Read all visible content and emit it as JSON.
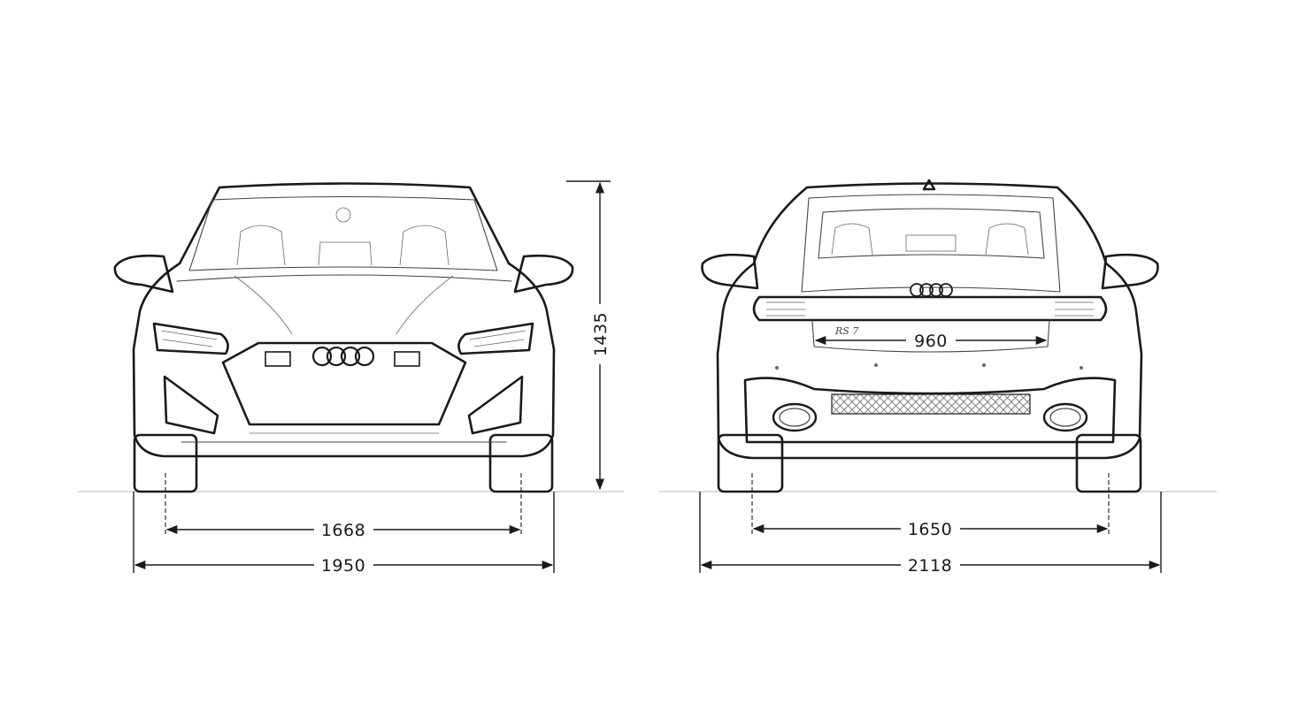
{
  "front_view": {
    "track_width": "1668",
    "overall_width": "1950",
    "height": "1435"
  },
  "rear_view": {
    "track_width": "1650",
    "width_incl_mirrors": "2118",
    "trunk_opening_width": "960"
  },
  "colors": {
    "line": "#1a1a1a",
    "ground_line": "#b8b8b8",
    "background": "#ffffff"
  }
}
